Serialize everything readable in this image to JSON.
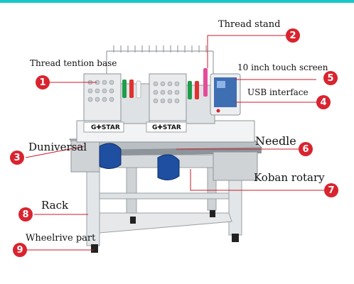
{
  "brand": "G STAR",
  "callouts": [
    {
      "num": "1",
      "label": "Thread tention base"
    },
    {
      "num": "2",
      "label": "Thread stand"
    },
    {
      "num": "3",
      "label": "Duniversal"
    },
    {
      "num": "4",
      "label": "USB interface"
    },
    {
      "num": "5",
      "label": "10 inch touch screen"
    },
    {
      "num": "6",
      "label": "Needle"
    },
    {
      "num": "7",
      "label": "Koban rotary"
    },
    {
      "num": "8",
      "label": "Rack"
    },
    {
      "num": "9",
      "label": "Wheelrive part"
    }
  ],
  "colors": {
    "accent_bar": "#19c7c9",
    "badge": "#d9242f",
    "leader": "#c81e28"
  }
}
